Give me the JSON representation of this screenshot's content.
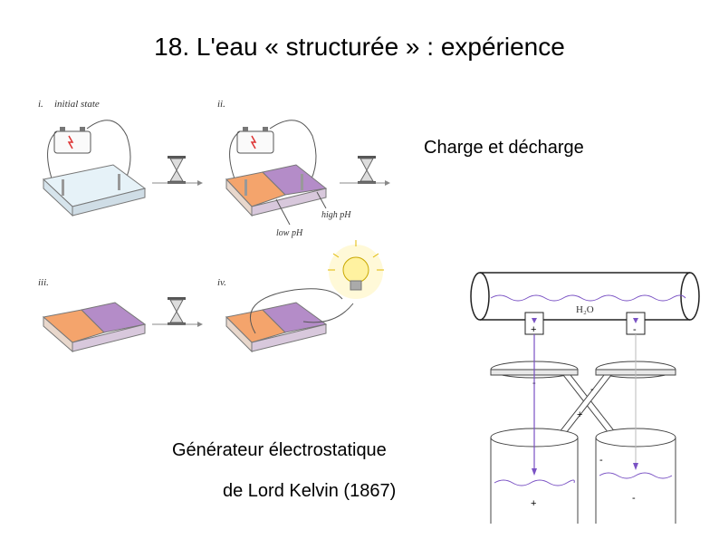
{
  "title": "18. L'eau « structurée » : expérience",
  "captions": {
    "charge": "Charge et décharge",
    "generator_line1": "Générateur électrostatique",
    "generator_line2": "de Lord Kelvin (1867)"
  },
  "panels": {
    "i": "i.",
    "i_state": "initial state",
    "ii": "ii.",
    "iii": "iii.",
    "iv": "iv.",
    "low_ph": "low pH",
    "high_ph": "high pH"
  },
  "kelvin": {
    "h2o": "H₂O",
    "plus": "+",
    "minus": "-"
  },
  "colors": {
    "acid": "#f4a46c",
    "base": "#b48cc8",
    "water": "#dff0f8",
    "wire": "#7a52c4"
  }
}
